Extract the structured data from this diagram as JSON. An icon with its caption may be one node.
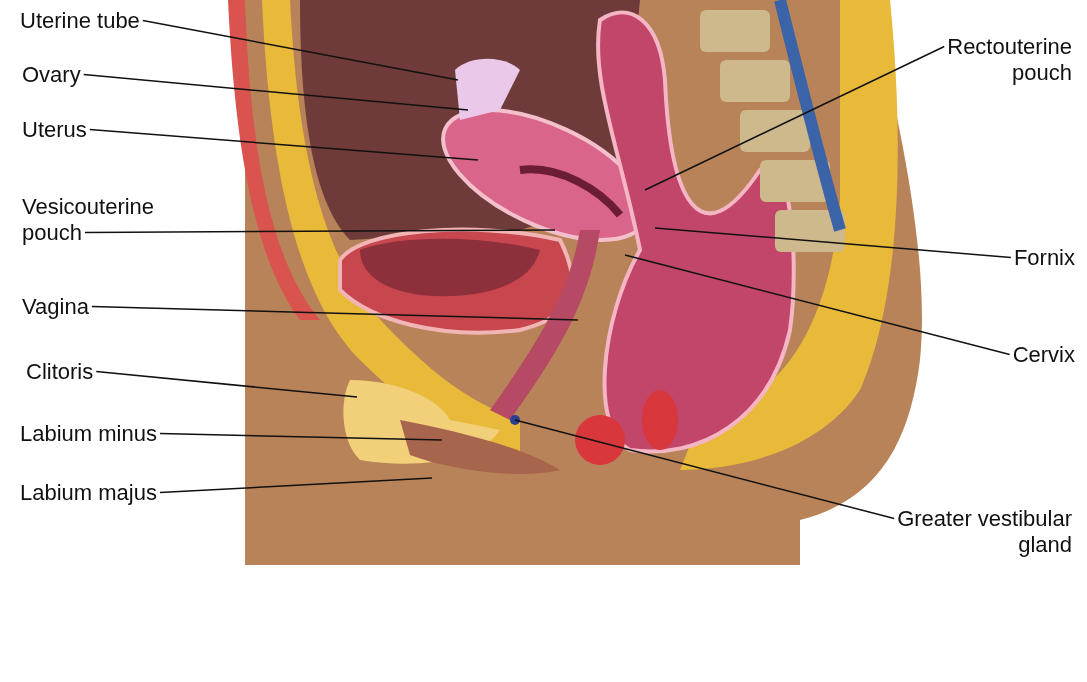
{
  "diagram": {
    "nodes": [
      {
        "text": [
          "Uterine tube"
        ]
      },
      {
        "text": [
          "Ovary"
        ]
      },
      {
        "text": [
          "Uterus"
        ]
      },
      {
        "text": [
          "Vesicouterine pouch"
        ]
      },
      {
        "text": [
          "Vagina"
        ]
      },
      {
        "text": [
          "Clitoris"
        ]
      },
      {
        "text": [
          "Labium minus"
        ]
      },
      {
        "text": [
          "Labium majus"
        ]
      },
      {
        "text": [
          "Rectouterine pouch"
        ]
      },
      {
        "text": [
          "Fornix"
        ]
      },
      {
        "text": [
          "Cervix"
        ]
      },
      {
        "text": [
          "Greater vestibular gland"
        ]
      }
    ],
    "edges": [
      {
        "from": 0,
        "to": null,
        "arrow": "none"
      },
      {
        "from": 1,
        "to": null,
        "arrow": "none"
      },
      {
        "from": 2,
        "to": null,
        "arrow": "none"
      },
      {
        "from": 3,
        "to": null,
        "arrow": "none"
      },
      {
        "from": 4,
        "to": null,
        "arrow": "none"
      },
      {
        "from": 5,
        "to": null,
        "arrow": "none"
      },
      {
        "from": 6,
        "to": null,
        "arrow": "none"
      },
      {
        "from": 7,
        "to": null,
        "arrow": "none"
      },
      {
        "from": 8,
        "to": null,
        "arrow": "none"
      },
      {
        "from": 9,
        "to": null,
        "arrow": "none"
      },
      {
        "from": 10,
        "to": null,
        "arrow": "none"
      },
      {
        "from": 11,
        "to": null,
        "arrow": "none"
      }
    ]
  }
}
